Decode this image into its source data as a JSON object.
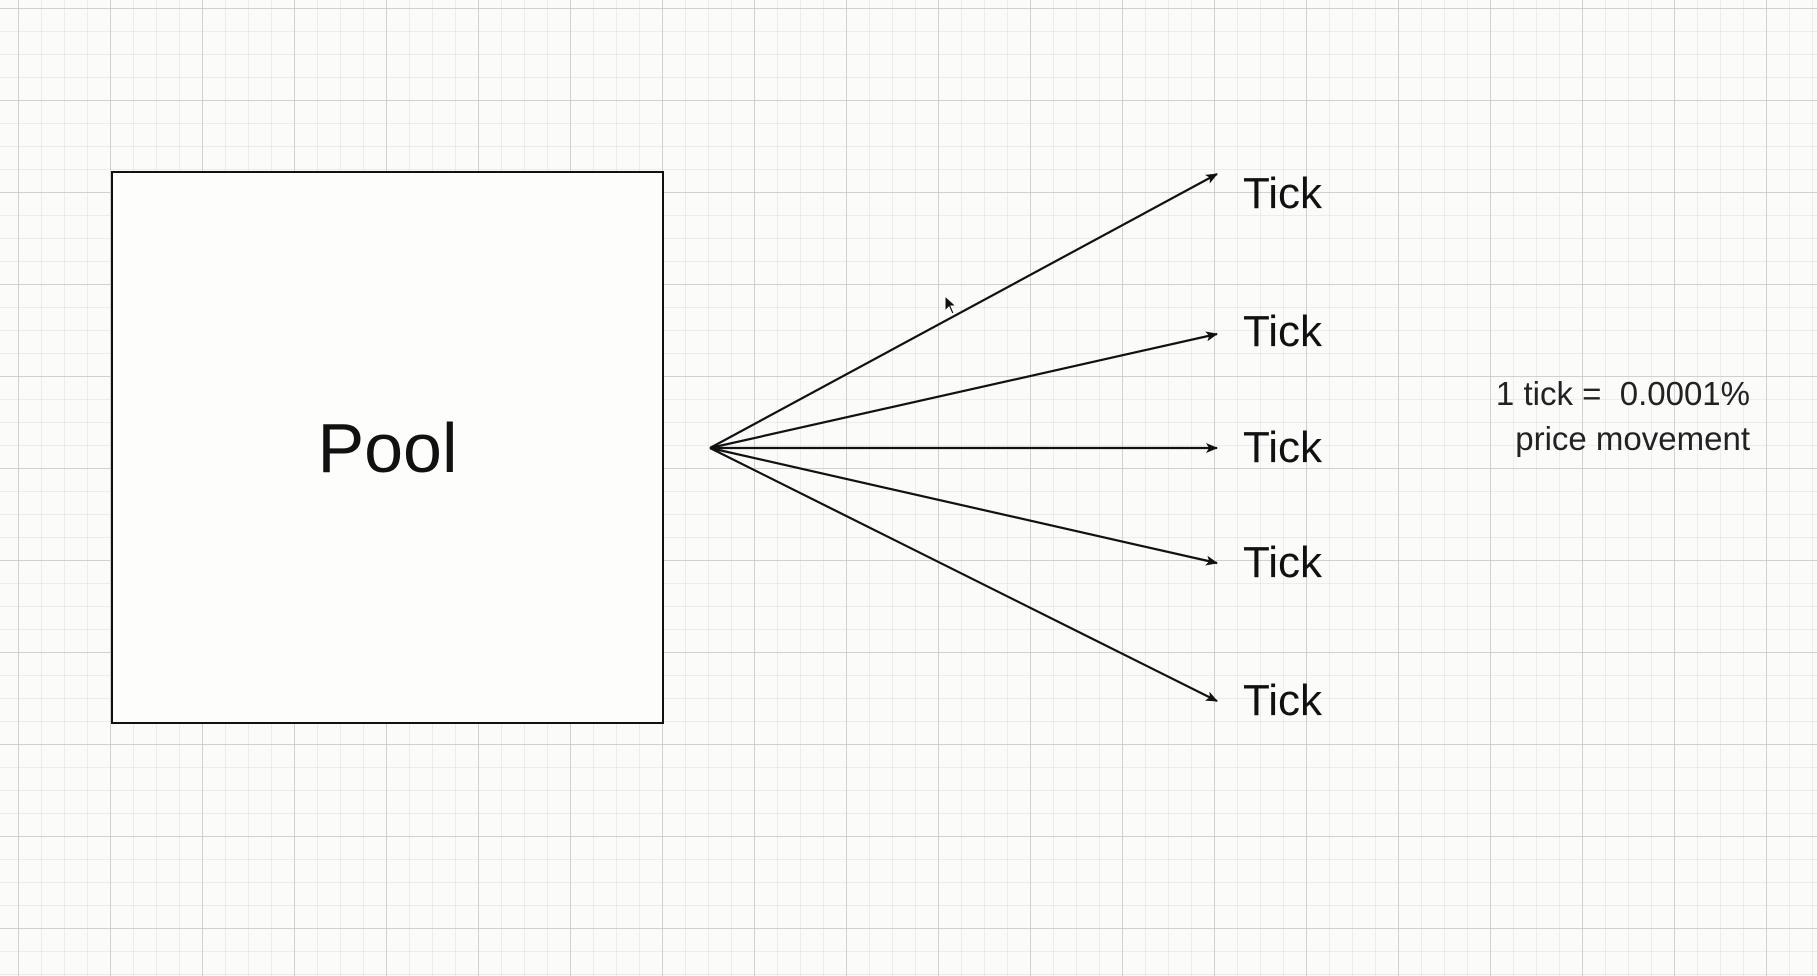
{
  "pool": {
    "label": "Pool"
  },
  "ticks": [
    {
      "label": "Tick"
    },
    {
      "label": "Tick"
    },
    {
      "label": "Tick"
    },
    {
      "label": "Tick"
    },
    {
      "label": "Tick"
    }
  ],
  "note": {
    "line1": "1 tick =  0.0001%",
    "line2": "price movement"
  },
  "colors": {
    "stroke": "#111111",
    "background": "#fbfbfa",
    "grid": "#c8c8c8"
  },
  "icons": {
    "cursor": "mouse-pointer-icon"
  }
}
